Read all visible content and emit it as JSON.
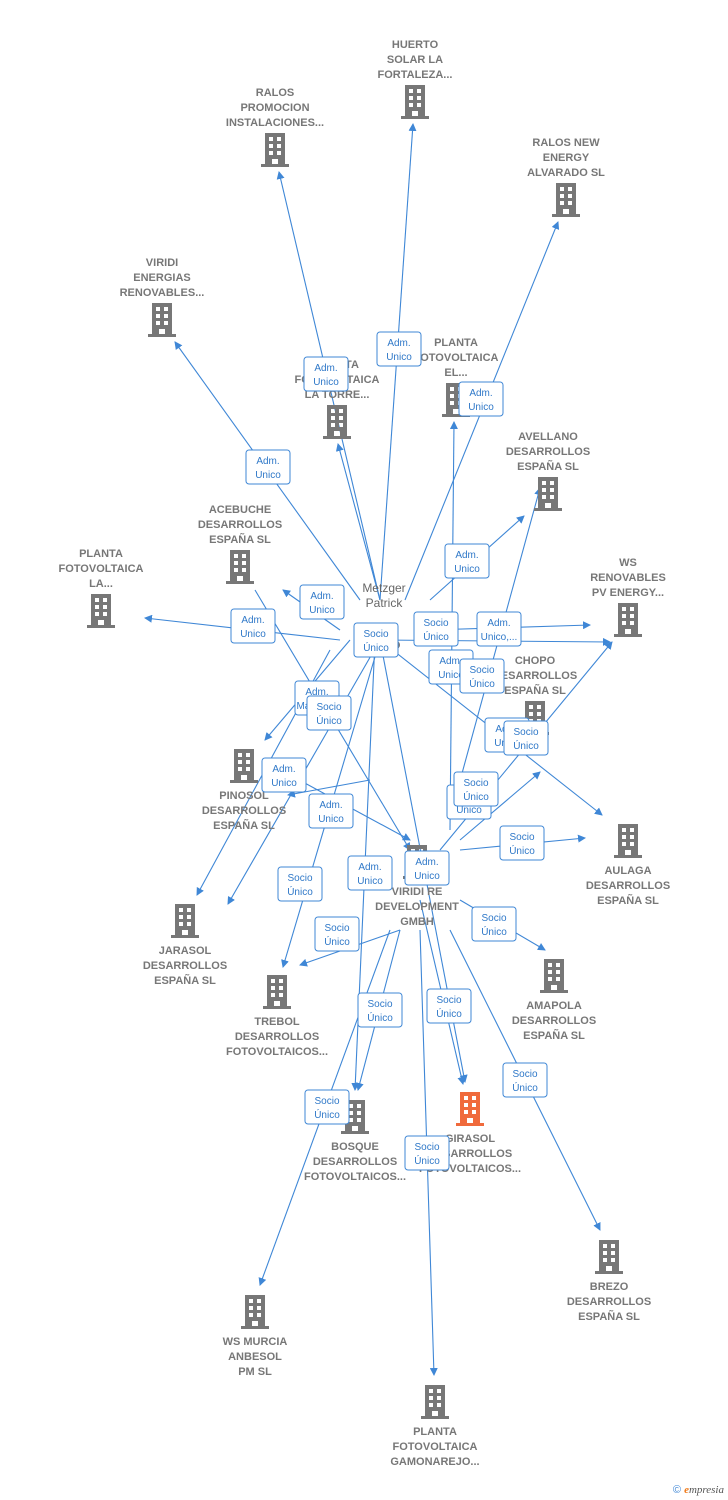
{
  "colors": {
    "edge": "#3f87d6",
    "building": "#777777",
    "building_highlight": "#f06a3c",
    "label": "#777777"
  },
  "nodes": [
    {
      "id": "huerto",
      "lines": [
        "HUERTO",
        "SOLAR LA",
        "FORTALEZA..."
      ],
      "icon": "building-icon"
    },
    {
      "id": "ralos_promocion",
      "lines": [
        "RALOS",
        "PROMOCION",
        "INSTALACIONES..."
      ],
      "icon": "building-icon"
    },
    {
      "id": "ralos_new",
      "lines": [
        "RALOS NEW",
        "ENERGY",
        "ALVARADO  SL"
      ],
      "icon": "building-icon"
    },
    {
      "id": "viridi_energias",
      "lines": [
        "VIRIDI",
        "ENERGIAS",
        "RENOVABLES..."
      ],
      "icon": "building-icon"
    },
    {
      "id": "planta_el",
      "lines": [
        "PLANTA",
        "FOTOVOLTAICA",
        "EL..."
      ],
      "icon": "building-icon"
    },
    {
      "id": "planta_torre",
      "lines": [
        "PLANTA",
        "FOTOVOLTAICA",
        "LA TORRE..."
      ],
      "icon": "building-icon"
    },
    {
      "id": "avellano",
      "lines": [
        "AVELLANO",
        "DESARROLLOS",
        "ESPAÑA  SL"
      ],
      "icon": "building-icon"
    },
    {
      "id": "acebuche",
      "lines": [
        "ACEBUCHE",
        "DESARROLLOS",
        "ESPAÑA  SL"
      ],
      "icon": "building-icon"
    },
    {
      "id": "planta_la",
      "lines": [
        "PLANTA",
        "FOTOVOLTAICA",
        "LA..."
      ],
      "icon": "building-icon"
    },
    {
      "id": "ws_renovables",
      "lines": [
        "WS",
        "RENOVABLES",
        "PV ENERGY..."
      ],
      "icon": "building-icon"
    },
    {
      "id": "chopo",
      "lines": [
        "CHOPO",
        "DESARROLLOS",
        "ESPAÑA  SL"
      ],
      "icon": "building-icon"
    },
    {
      "id": "pinosol",
      "lines": [
        "PINOSOL",
        "DESARROLLOS",
        "ESPAÑA  SL"
      ],
      "icon": "building-icon"
    },
    {
      "id": "aulaga",
      "lines": [
        "AULAGA",
        "DESARROLLOS",
        "ESPAÑA  SL"
      ],
      "icon": "building-icon"
    },
    {
      "id": "viridi_re",
      "lines": [
        "VIRIDI RE",
        "DEVELOPMENT",
        "GMBH"
      ],
      "icon": "building-icon"
    },
    {
      "id": "jarasol",
      "lines": [
        "JARASOL",
        "DESARROLLOS",
        "ESPAÑA  SL"
      ],
      "icon": "building-icon"
    },
    {
      "id": "amapola",
      "lines": [
        "AMAPOLA",
        "DESARROLLOS",
        "ESPAÑA  SL"
      ],
      "icon": "building-icon"
    },
    {
      "id": "trebol",
      "lines": [
        "TREBOL",
        "DESARROLLOS",
        "FOTOVOLTAICOS..."
      ],
      "icon": "building-icon"
    },
    {
      "id": "bosque",
      "lines": [
        "BOSQUE",
        "DESARROLLOS",
        "FOTOVOLTAICOS..."
      ],
      "icon": "building-icon"
    },
    {
      "id": "girasol",
      "lines": [
        "GIRASOL",
        "DESARROLLOS",
        "FOTOVOLTAICOS..."
      ],
      "icon": "building-icon",
      "highlight": true
    },
    {
      "id": "brezo",
      "lines": [
        "BREZO",
        "DESARROLLOS",
        "ESPAÑA  SL"
      ],
      "icon": "building-icon"
    },
    {
      "id": "ws_murcia",
      "lines": [
        "WS MURCIA",
        "ANBESOL",
        "PM SL"
      ],
      "icon": "building-icon"
    },
    {
      "id": "planta_gamonarejo",
      "lines": [
        "PLANTA",
        "FOTOVOLTAICA",
        "GAMONAREJO..."
      ],
      "icon": "building-icon"
    }
  ],
  "person": {
    "id": "metzger",
    "lines": [
      "Metzger",
      "Patrick"
    ],
    "icon": "person-icon"
  },
  "edges": [
    {
      "lines": [
        "Adm.",
        "Unico"
      ]
    },
    {
      "lines": [
        "Adm.",
        "Unico"
      ]
    },
    {
      "lines": [
        "Adm.",
        "Unico"
      ]
    },
    {
      "lines": [
        "Adm.",
        "Unico"
      ]
    },
    {
      "lines": [
        "Adm.",
        "Unico"
      ]
    },
    {
      "lines": [
        "Adm.",
        "Unico"
      ]
    },
    {
      "lines": [
        "Adm.",
        "Unico"
      ]
    },
    {
      "lines": [
        "Adm.",
        "Mancom."
      ]
    },
    {
      "lines": [
        "Adm.",
        "Unico,..."
      ]
    },
    {
      "lines": [
        "Adm.",
        "Unico"
      ]
    },
    {
      "lines": [
        "Adm.",
        "Unico"
      ]
    },
    {
      "lines": [
        "Adm.",
        "Unico"
      ]
    },
    {
      "lines": [
        "Adm.",
        "Unico"
      ]
    },
    {
      "lines": [
        "Adm.",
        "Unico"
      ]
    },
    {
      "lines": [
        "Adm.",
        "Unico"
      ]
    },
    {
      "lines": [
        "Adm.",
        "Unico"
      ]
    },
    {
      "lines": [
        "Socio",
        "Único"
      ]
    },
    {
      "lines": [
        "Socio",
        "Único"
      ]
    },
    {
      "lines": [
        "Socio",
        "Único"
      ]
    },
    {
      "lines": [
        "Socio",
        "Único"
      ]
    },
    {
      "lines": [
        "Socio",
        "Único"
      ]
    },
    {
      "lines": [
        "Socio",
        "Único"
      ]
    },
    {
      "lines": [
        "Socio",
        "Único"
      ]
    },
    {
      "lines": [
        "Socio",
        "Único"
      ]
    },
    {
      "lines": [
        "Socio",
        "Único"
      ]
    },
    {
      "lines": [
        "Socio",
        "Único"
      ]
    },
    {
      "lines": [
        "Socio",
        "Único"
      ]
    },
    {
      "lines": [
        "Socio",
        "Único"
      ]
    },
    {
      "lines": [
        "Socio",
        "Único"
      ]
    },
    {
      "lines": [
        "Socio",
        "Único"
      ]
    },
    {
      "lines": [
        "Socio",
        "Único"
      ]
    }
  ],
  "footer": {
    "copyright": "©",
    "brand_initial": "e",
    "brand_rest": "mpresia"
  }
}
